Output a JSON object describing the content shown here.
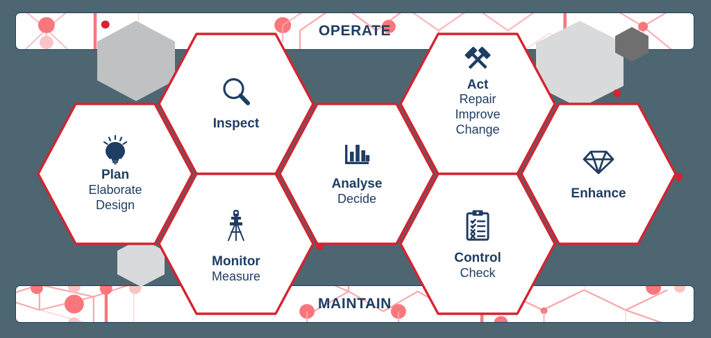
{
  "background_color": "#4d6672",
  "accent_red": "#d3242f",
  "accent_navy": "#1f3d63",
  "bands": {
    "top": {
      "label": "OPERATE",
      "name": "operate-band"
    },
    "bottom": {
      "label": "MAINTAIN",
      "name": "maintain-band"
    }
  },
  "hexagons": [
    {
      "id": "plan",
      "title": "Plan",
      "sub": [
        "Elaborate",
        "Design"
      ],
      "icon": "lightbulb-icon"
    },
    {
      "id": "inspect",
      "title": "Inspect",
      "sub": [],
      "icon": "magnifier-icon"
    },
    {
      "id": "monitor",
      "title": "Monitor",
      "sub": [
        "Measure"
      ],
      "icon": "theodolite-tripod-icon"
    },
    {
      "id": "analyse",
      "title": "Analyse",
      "sub": [
        "Decide"
      ],
      "icon": "bar-chart-icon"
    },
    {
      "id": "act",
      "title": "Act",
      "sub": [
        "Repair",
        "Improve",
        "Change"
      ],
      "icon": "crossed-hammers-icon"
    },
    {
      "id": "control",
      "title": "Control",
      "sub": [
        "Check"
      ],
      "icon": "clipboard-checklist-icon"
    },
    {
      "id": "enhance",
      "title": "Enhance",
      "sub": [],
      "icon": "diamond-icon"
    }
  ]
}
